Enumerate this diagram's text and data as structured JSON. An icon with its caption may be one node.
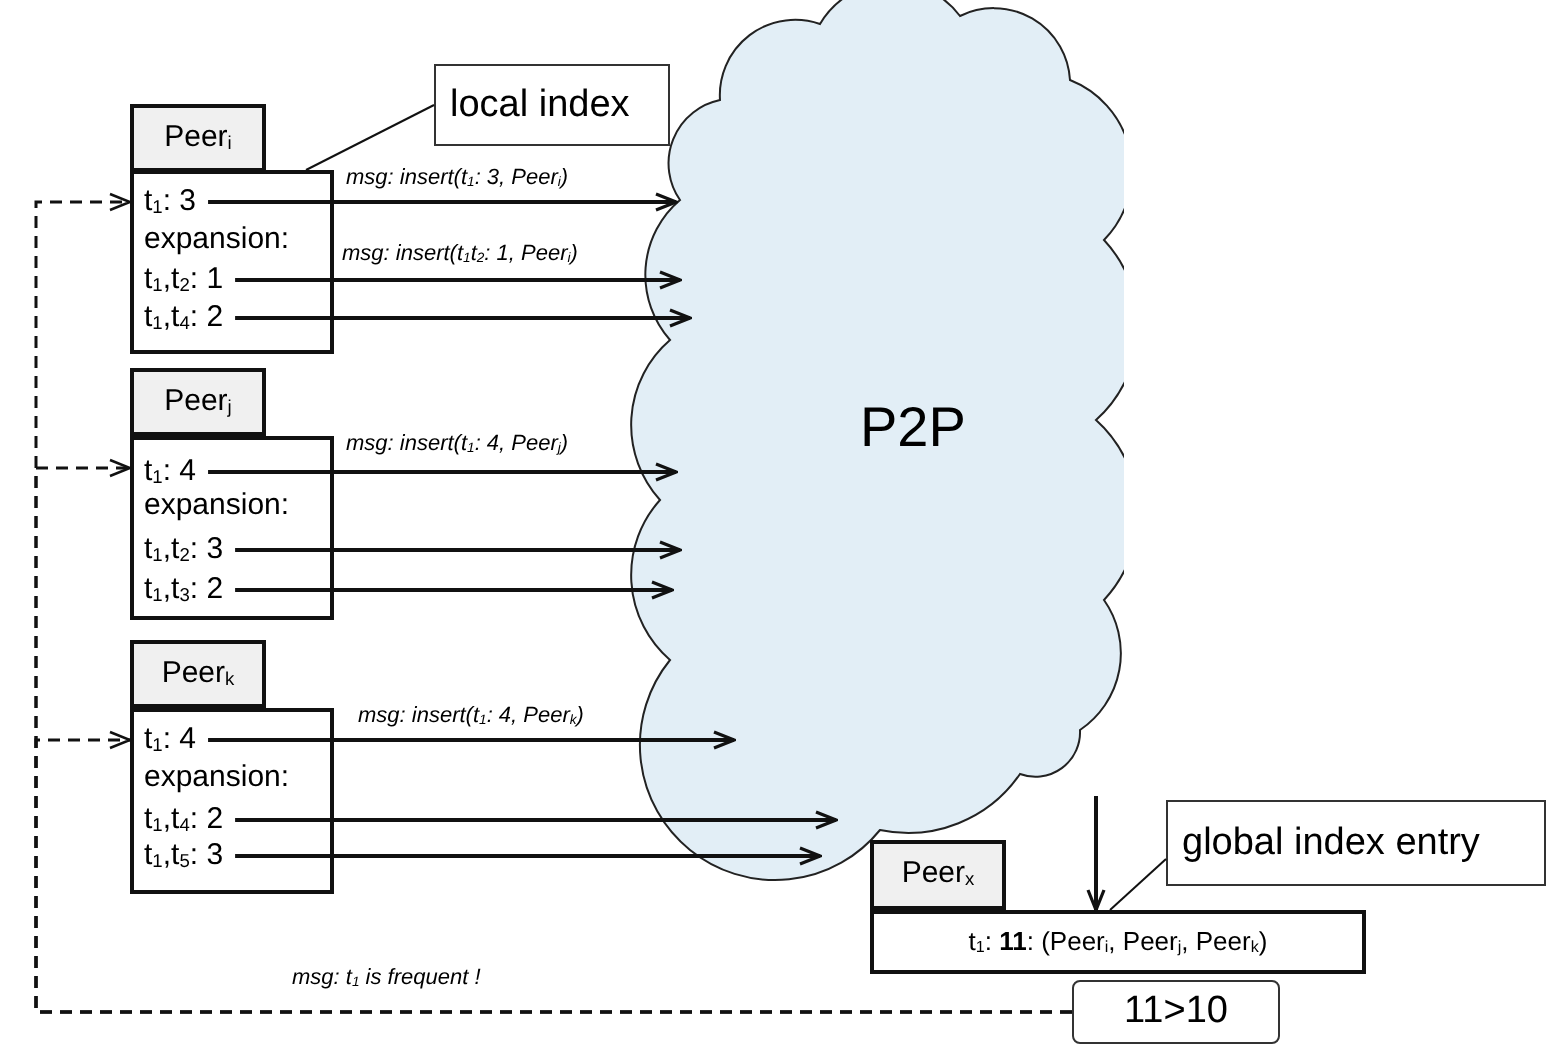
{
  "diagram": {
    "nodes": [
      {
        "text": [
          "local index"
        ]
      },
      {
        "text": [
          "Peer$_{i}$"
        ]
      },
      {
        "text": [
          "expansion:"
        ]
      },
      {
        "text": [
          "t$_{1}$: 3"
        ],
        "in": 2
      },
      {
        "text": [
          "t$_{1}$,t$_{2}$: 1"
        ],
        "in": 2
      },
      {
        "text": [
          "t$_{1}$,t$_{4}$: 2"
        ],
        "in": 2
      },
      {
        "text": [
          "P2P"
        ]
      },
      {
        "text": [
          "Peer$_{j}$"
        ]
      },
      {
        "text": [
          "expansion:"
        ]
      },
      {
        "text": [
          "t$_{1}$: 4"
        ],
        "in": 8
      },
      {
        "text": [
          "t$_{1}$,t$_{2}$: 3"
        ],
        "in": 8
      },
      {
        "text": [
          "t$_{1}$,t$_{3}$: 2"
        ],
        "in": 8
      },
      {
        "text": [
          "Peer$_{k}$"
        ]
      },
      {
        "text": [
          "expansion:"
        ]
      },
      {
        "text": [
          "t$_{1}$: 4"
        ],
        "in": 13
      },
      {
        "text": [
          "t$_{1}$,t$_{4}$: 2"
        ],
        "in": 13
      },
      {
        "text": [
          "t$_{1}$,t$_{5}$: 3"
        ],
        "in": 13
      },
      {
        "text": [
          "global index entry"
        ]
      },
      {
        "text": [
          "Peer$_{x}$"
        ]
      },
      {
        "text": [
          "t$_{1}$: **11**: (Peer$_{i}$, Peer$_{j}$, Peer$_{k}$)"
        ]
      },
      {
        "text": [
          "11>10"
        ]
      }
    ],
    "edges": [
      {
        "from": 0,
        "to": 2,
        "arrow": "none"
      },
      {
        "from": 3,
        "to": 6,
        "arrow": "to",
        "label": "msg: insert(t$_{1}$: 3, Peer$_{i}$)"
      },
      {
        "from": 4,
        "to": 6,
        "arrow": "to",
        "label": "msg: insert(t$_{1}$t$_{2}$: 1, Peer$_{i}$)"
      },
      {
        "from": 5,
        "to": 6,
        "arrow": "to"
      },
      {
        "from": 9,
        "to": 6,
        "arrow": "to",
        "label": "msg: insert(t$_{1}$: 4, Peer$_{j}$)"
      },
      {
        "from": 10,
        "to": 6,
        "arrow": "to"
      },
      {
        "from": 11,
        "to": 6,
        "arrow": "to"
      },
      {
        "from": 14,
        "to": 6,
        "arrow": "to",
        "label": "msg: insert(t$_{1}$: 4, Peer$_{k}$)"
      },
      {
        "from": 15,
        "to": 6,
        "arrow": "to"
      },
      {
        "from": 16,
        "to": 6,
        "arrow": "to"
      },
      {
        "from": 6,
        "to": 19,
        "arrow": "to"
      },
      {
        "from": 17,
        "to": 19,
        "arrow": "none"
      },
      {
        "from": 20,
        "to": 2,
        "arrow": "to",
        "style": "dashed",
        "label": "msg: t$_{1}$ is frequent !"
      },
      {
        "from": 20,
        "to": 8,
        "arrow": "to",
        "style": "dashed"
      },
      {
        "from": 20,
        "to": 13,
        "arrow": "to",
        "style": "dashed"
      }
    ]
  }
}
